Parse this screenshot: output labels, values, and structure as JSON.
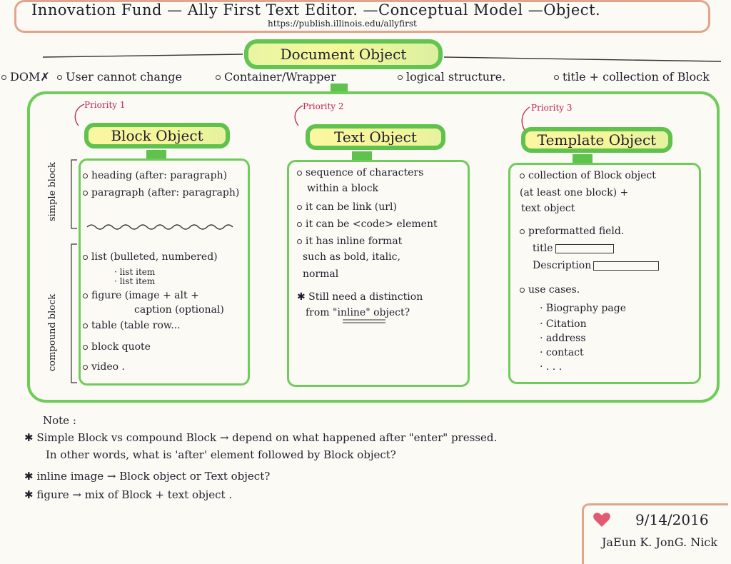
{
  "title": {
    "text": "Innovation Fund — Ally First Text Editor. —Conceptual Model —Object.",
    "url": "https://publish.illinois.edu/allyfirst"
  },
  "document_object": {
    "label": "Document Object",
    "properties": [
      "DOM✗",
      "User cannot change",
      "Container/Wrapper",
      "logical structure.",
      "title + collection of Block"
    ]
  },
  "columns": [
    {
      "priority": "Priority 1",
      "header": "Block Object",
      "side_labels": {
        "simple": "simple block",
        "compound": "compound block"
      },
      "items": [
        "heading (after: paragraph)",
        "paragraph (after: paragraph)",
        "list (bulleted, numbered)",
        "· list item",
        "· list item",
        "figure (image + alt +",
        "caption (optional)",
        "table (table row...",
        "block quote",
        "video ."
      ]
    },
    {
      "priority": "Priority 2",
      "header": "Text Object",
      "items": [
        "sequence of characters",
        "within a block",
        "it can be link (url)",
        "it can be <code> element",
        "it has inline format",
        "such as bold, italic,",
        "normal",
        "✱ Still need a distinction",
        "from \"inline\" object?"
      ]
    },
    {
      "priority": "Priority 3",
      "header": "Template Object",
      "items": [
        "collection of Block object",
        "(at least one block) +",
        "text object",
        "preformatted field.",
        "title",
        "Description",
        "use cases.",
        "· Biography page",
        "· Citation",
        "· address",
        "· contact",
        "· . . ."
      ]
    }
  ],
  "notes": {
    "heading": "Note :",
    "lines": [
      "✱ Simple Block vs compound Block → depend on what happened after \"enter\" pressed.",
      "In other words, what is 'after' element followed by Block object?",
      "✱ inline image → Block object or Text object?",
      "✱ figure → mix of Block + text object ."
    ]
  },
  "signature": {
    "date": "9/14/2016",
    "names": "JaEun K. JonG. Nick"
  },
  "colors": {
    "green_border": "#63c451",
    "yellow_fill": "#f6f599",
    "orange_border": "#e2a58c",
    "priority_red": "#c2234f",
    "heart": "#e15a72"
  }
}
